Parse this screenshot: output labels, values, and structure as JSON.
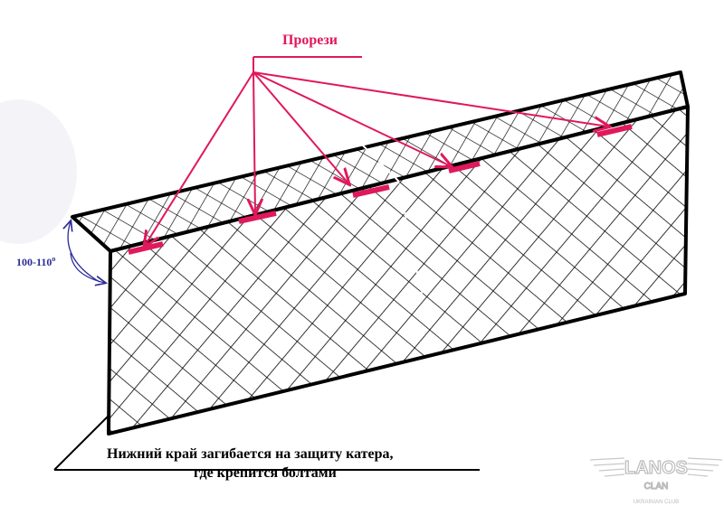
{
  "title": "Прорези",
  "angle_label": "100-110",
  "angle_unit": "o",
  "note_line1": "Нижний край загибается на защиту катера,",
  "note_line2": "где крепится болтами",
  "logo": {
    "name": "LANOS",
    "sub": "CLAN",
    "tagline": "UKRAINIAN CLUB"
  },
  "colors": {
    "accent": "#e0185c",
    "angle": "#2c2c9a",
    "outline": "#000000"
  }
}
